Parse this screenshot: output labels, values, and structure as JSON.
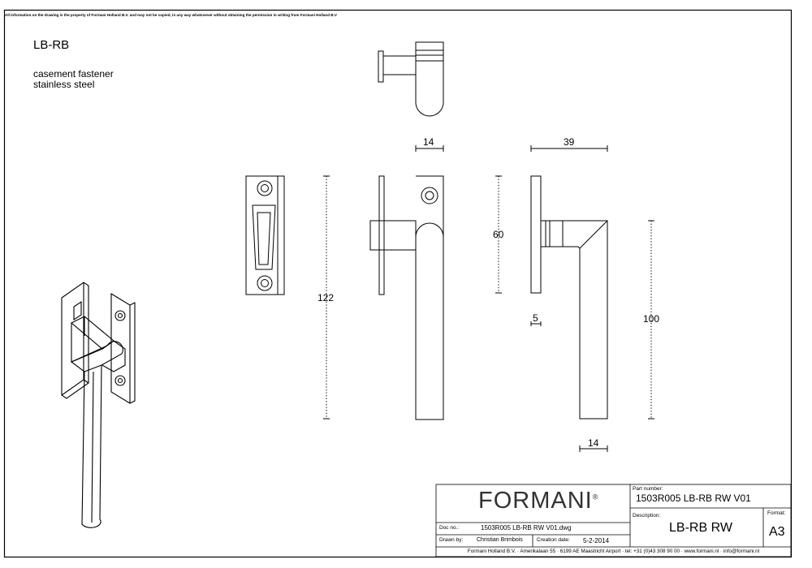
{
  "disclaimer": "All information on the drawing is the property of Formani Holland B.V. and may not be copied, in any way whatsoever without obtaining the permission in writing from Formani Holland B.V",
  "product": {
    "code": "LB-RB",
    "description_line1": "casement fastener",
    "description_line2": "stainless steel"
  },
  "dimensions": {
    "top_width": "14",
    "projection": "39",
    "height_total": "122",
    "height_plate": "60",
    "offset": "5",
    "handle_length": "100",
    "bottom_width": "14"
  },
  "title_block": {
    "logo": "FORMANI",
    "logo_mark": "®",
    "part_number_label": "Part number:",
    "part_number": "1503R005 LB-RB RW V01",
    "description_label": "Description:",
    "description": "LB-RB RW",
    "format_label": "Format:",
    "format": "A3",
    "doc_no_label": "Doc no.:",
    "doc_no": "1503R005 LB-RB RW V01.dwg",
    "drawn_by_label": "Drawn by:",
    "drawn_by": "Christian Brimbois",
    "creation_date_label": "Creation date:",
    "creation_date": "5-2-2014",
    "footer": "Formani Holland B.V. · Amerikalaan 55 · 6199 AE Maastricht Airport · tel: +31 (0)43 308 90 00 · www.formani.nl · info@formani.nl"
  }
}
